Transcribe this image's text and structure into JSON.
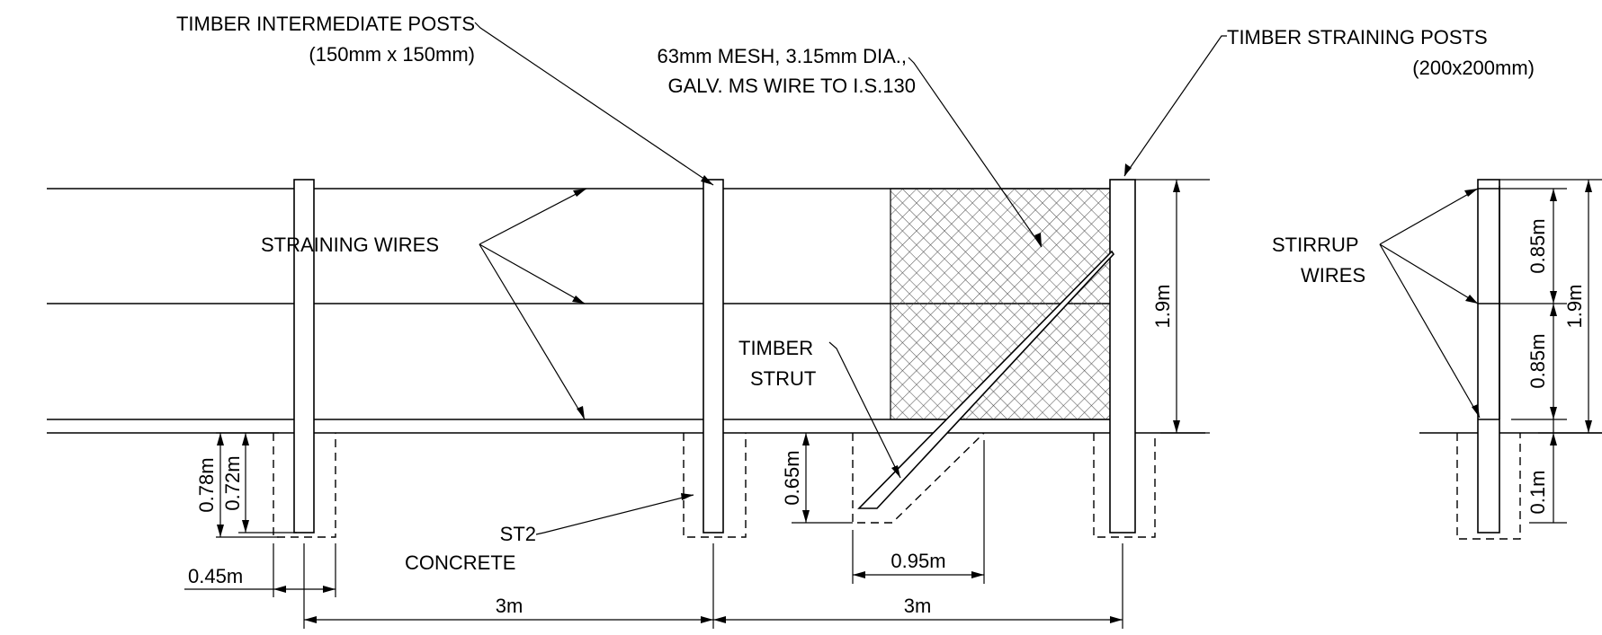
{
  "labels": {
    "intermediate_posts": "TIMBER INTERMEDIATE POSTS",
    "intermediate_posts_size": "(150mm x 150mm)",
    "mesh_line1": "63mm MESH, 3.15mm DIA.,",
    "mesh_line2": "GALV. MS WIRE TO I.S.130",
    "straining_posts": "TIMBER STRAINING POSTS",
    "straining_posts_size": "(200x200mm)",
    "straining_wires": "STRAINING WIRES",
    "strut_line1": "TIMBER",
    "strut_line2": "STRUT",
    "concrete_line1": "ST2",
    "concrete_line2": "CONCRETE",
    "stirrup_line1": "STIRRUP",
    "stirrup_line2": "WIRES"
  },
  "dimensions": {
    "footing_depth": "0.78m",
    "post_embed": "0.72m",
    "footing_width": "0.45m",
    "span_1": "3m",
    "span_2": "3m",
    "strut_depth": "0.65m",
    "strut_run": "0.95m",
    "fence_height": "1.9m",
    "side_upper": "0.85m",
    "side_lower": "0.85m",
    "side_total": "1.9m",
    "side_embed": "0.1m"
  }
}
